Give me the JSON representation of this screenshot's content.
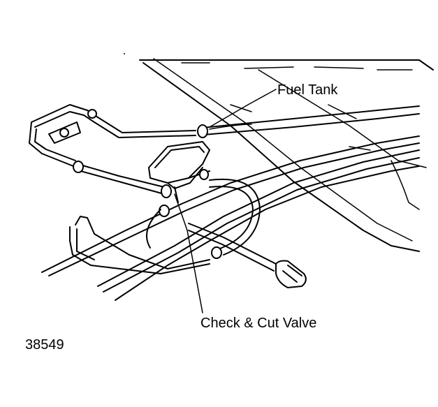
{
  "diagram": {
    "labels": {
      "fuel_tank": "Fuel Tank",
      "check_cut_valve": "Check & Cut Valve"
    },
    "figure_number": "38549"
  },
  "colors": {
    "ink": "#000000",
    "paper": "#ffffff"
  }
}
